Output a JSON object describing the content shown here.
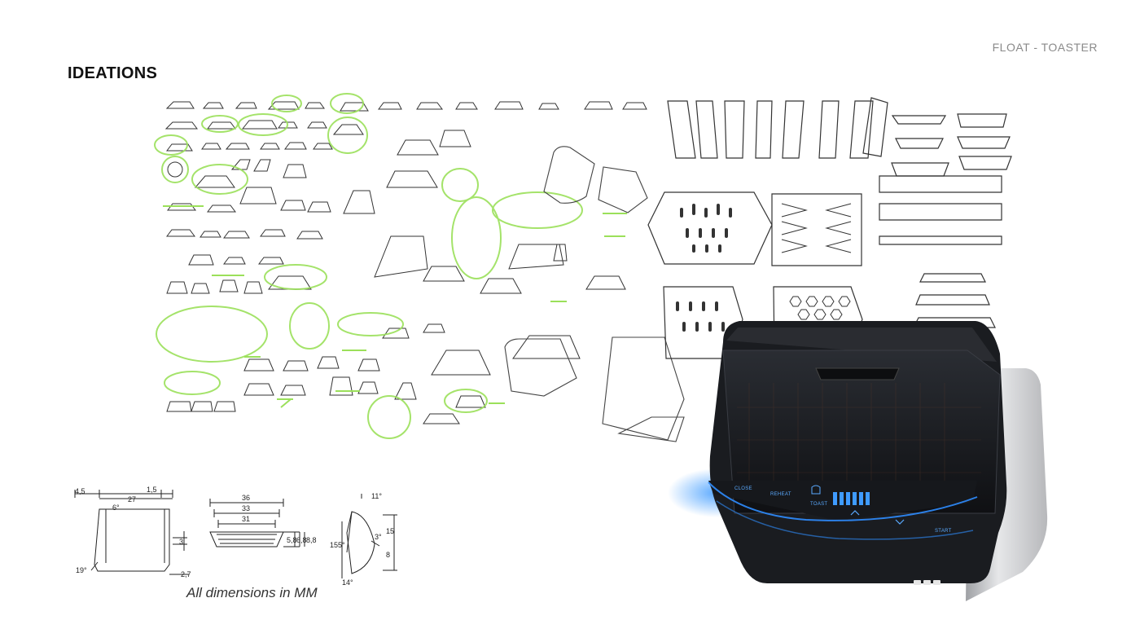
{
  "header": {
    "brand": "FLOAT - TOASTER",
    "section_title": "IDEATIONS"
  },
  "drawing": {
    "note": "All dimensions in MM",
    "part_a": {
      "dims": [
        "4,5",
        "27",
        "1,5",
        "6°",
        "3",
        "19°",
        "2,7"
      ]
    },
    "part_b": {
      "dims": [
        "36",
        "33",
        "31",
        "5,8",
        "6,8",
        "8,8"
      ]
    },
    "part_c": {
      "dims": [
        "11°",
        "15",
        "3°",
        "155°",
        "8",
        "14°"
      ]
    }
  },
  "toaster": {
    "controls": [
      "CLOSE",
      "REHEAT",
      "TOAST",
      "START"
    ],
    "level_bars": 6
  },
  "colors": {
    "sketch_highlight": "#9be05a",
    "led_blue": "#2f8dff",
    "body_dark": "#1a1c20",
    "body_silver": "#c9cacd"
  }
}
